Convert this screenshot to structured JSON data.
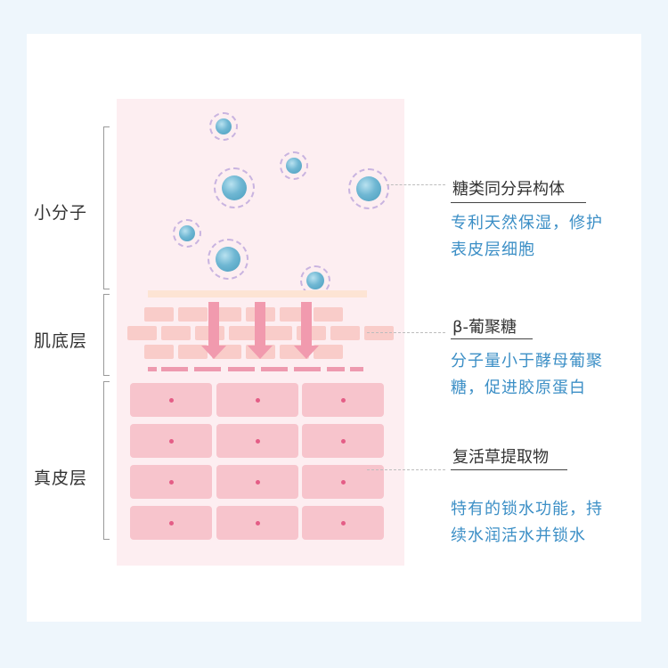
{
  "layers": {
    "small_molecule": "小分子",
    "base_layer": "肌底层",
    "dermis": "真皮层"
  },
  "annotations": [
    {
      "title": "糖类同分异构体",
      "desc_line1": "专利天然保湿，修护",
      "desc_line2": "表皮层细胞"
    },
    {
      "title": "β-葡聚糖",
      "desc_line1": "分子量小于酵母葡聚",
      "desc_line2": "糖，促进胶原蛋白"
    },
    {
      "title": "复活草提取物",
      "desc_line1": "特有的锁水功能，持",
      "desc_line2": "续水润活水并锁水"
    }
  ],
  "colors": {
    "background": "#eef6fc",
    "panel": "#fdeef1",
    "molecule": "#5aaac8",
    "molecule_ring": "#c9b4e0",
    "arrow": "#f19aae",
    "brick": "#f9ccc9",
    "cell": "#f7c4cc",
    "desc_text": "#3c8fc6"
  }
}
